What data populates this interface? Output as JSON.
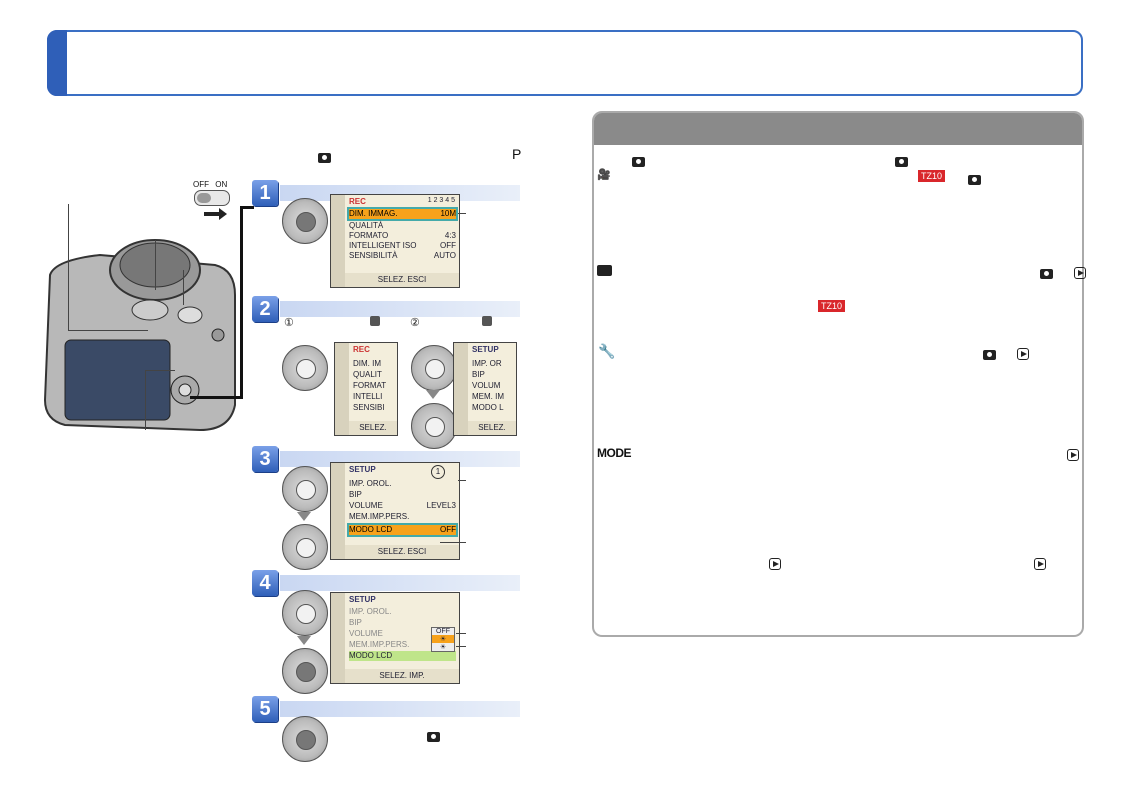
{
  "switch": {
    "off": "OFF",
    "on": "ON"
  },
  "top_line": {
    "mode_letter": "P"
  },
  "steps": [
    {
      "number": "1"
    },
    {
      "number": "2",
      "sub1": "①",
      "sub2": "②"
    },
    {
      "number": "3"
    },
    {
      "number": "4"
    },
    {
      "number": "5"
    }
  ],
  "lcd1": {
    "title": "REC",
    "page": "1 2 3 4 5",
    "rows": [
      {
        "label": "DIM. IMMAG.",
        "value": "10M"
      },
      {
        "label": "QUALITÀ",
        "value": ""
      },
      {
        "label": "FORMATO",
        "value": "4:3"
      },
      {
        "label": "INTELLIGENT ISO",
        "value": "OFF"
      },
      {
        "label": "SENSIBILITÀ",
        "value": "AUTO"
      }
    ],
    "footer": "SELEZ. ESCI"
  },
  "lcd2a": {
    "title": "REC",
    "rows": [
      "DIM. IM",
      "QUALIT",
      "FORMAT",
      "INTELLI",
      "SENSIBI"
    ],
    "footer": "SELEZ."
  },
  "lcd2b": {
    "title": "SETUP",
    "rows": [
      "IMP. OR",
      "BIP",
      "VOLUM",
      "MEM. IM",
      "MODO L"
    ],
    "footer": "SELEZ."
  },
  "lcd3": {
    "title": "SETUP",
    "circle": "1",
    "rows": [
      {
        "label": "IMP. OROL.",
        "value": ""
      },
      {
        "label": "BIP",
        "value": ""
      },
      {
        "label": "VOLUME",
        "value": "LEVEL3"
      },
      {
        "label": "MEM.IMP.PERS.",
        "value": ""
      },
      {
        "label": "MODO LCD",
        "value": "OFF"
      }
    ],
    "footer": "SELEZ. ESCI"
  },
  "lcd4": {
    "title": "SETUP",
    "rows": [
      "IMP. OROL.",
      "BIP",
      "VOLUME",
      "MEM.IMP.PERS.",
      "MODO LCD"
    ],
    "options": [
      "OFF",
      "☀",
      "☀"
    ],
    "footer": "SELEZ. IMP."
  },
  "panel": {
    "badge": "TZ10",
    "mode_label": "MODE"
  }
}
